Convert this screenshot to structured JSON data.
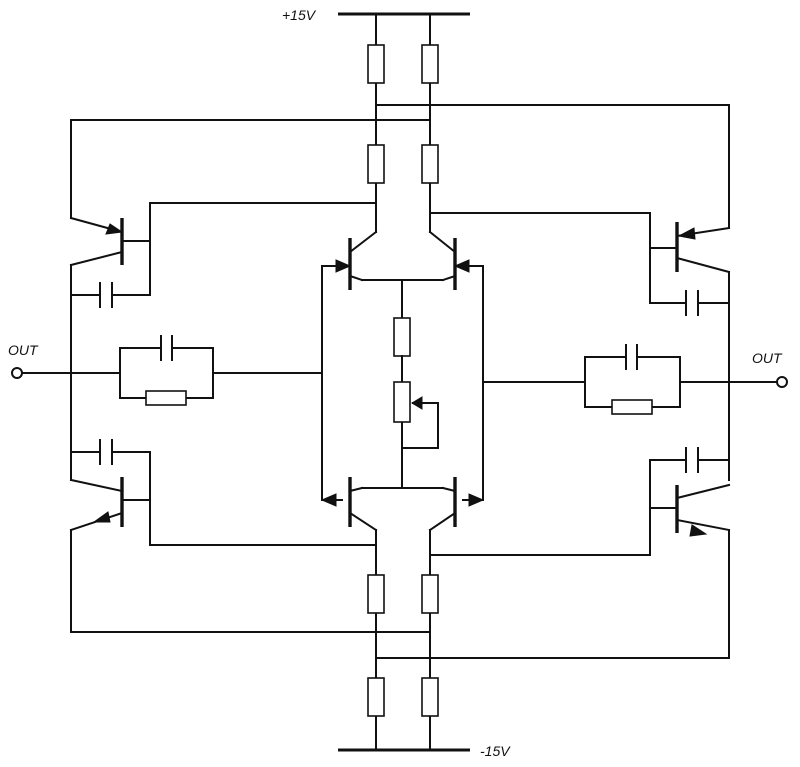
{
  "labels": {
    "supply_positive": "+15V",
    "supply_negative": "-15V",
    "output_left": "OUT",
    "output_right": "OUT"
  }
}
